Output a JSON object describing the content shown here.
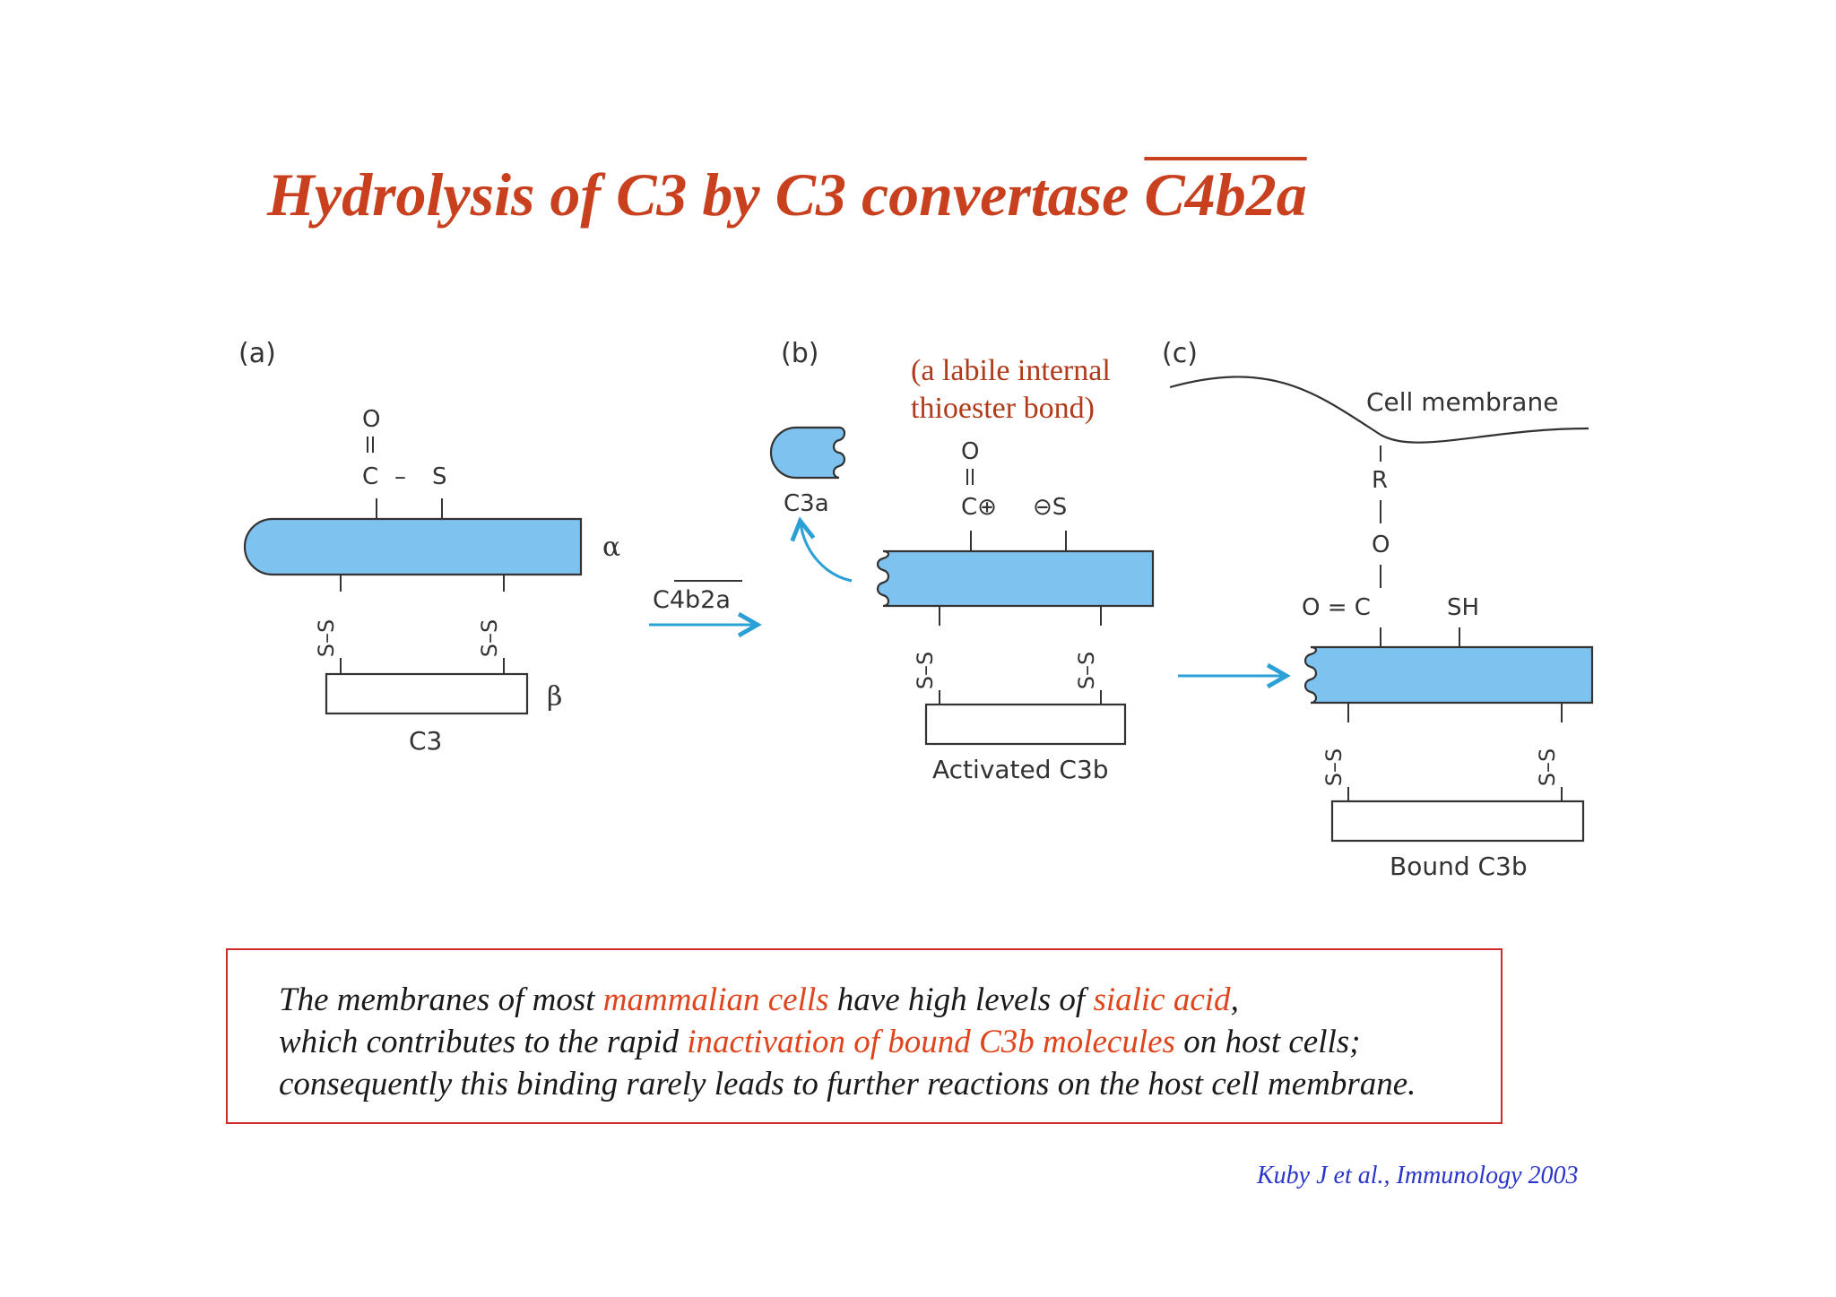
{
  "title": {
    "main": "Hydrolysis of C3 by C3 convertase ",
    "overlined": "C4b2a"
  },
  "panels": {
    "a": {
      "tag": "(a)",
      "o": "O",
      "c": "C",
      "dash": "–",
      "s": "S",
      "alpha": "α",
      "beta": "β",
      "ss": "S–S",
      "name": "C3"
    },
    "arrow1": {
      "label": "C4b2a"
    },
    "b": {
      "tag": "(b)",
      "note_line1": "(a labile internal",
      "note_line2": "thioester bond)",
      "fragment": "C3a",
      "o": "O",
      "c_plus": "C⊕",
      "s_minus": "⊖S",
      "ss": "S–S",
      "name": "Activated C3b"
    },
    "c": {
      "tag": "(c)",
      "membrane": "Cell membrane",
      "r": "R",
      "o": "O",
      "oc": "O = C",
      "sh": "SH",
      "ss": "S–S",
      "name": "Bound C3b"
    }
  },
  "colors": {
    "title": "#c8401e",
    "protein_fill": "#7ec3ef",
    "arrow": "#2aa0d6",
    "box_border": "#d42a2a",
    "highlight": "#e0441c",
    "citation": "#2a35c9"
  },
  "note_box": {
    "line1": [
      {
        "text": "The membranes of most ",
        "hl": false
      },
      {
        "text": "mammalian cells",
        "hl": true
      },
      {
        "text": " have high levels of ",
        "hl": false
      },
      {
        "text": "sialic acid",
        "hl": true
      },
      {
        "text": ",",
        "hl": false
      }
    ],
    "line2": [
      {
        "text": "which contributes to the rapid ",
        "hl": false
      },
      {
        "text": "inactivation of bound C3b molecules",
        "hl": true
      },
      {
        "text": " on host cells;",
        "hl": false
      }
    ],
    "line3": [
      {
        "text": "consequently this binding rarely leads to further reactions on the host cell membrane.",
        "hl": false
      }
    ]
  },
  "citation": "Kuby J et al., Immunology 2003"
}
